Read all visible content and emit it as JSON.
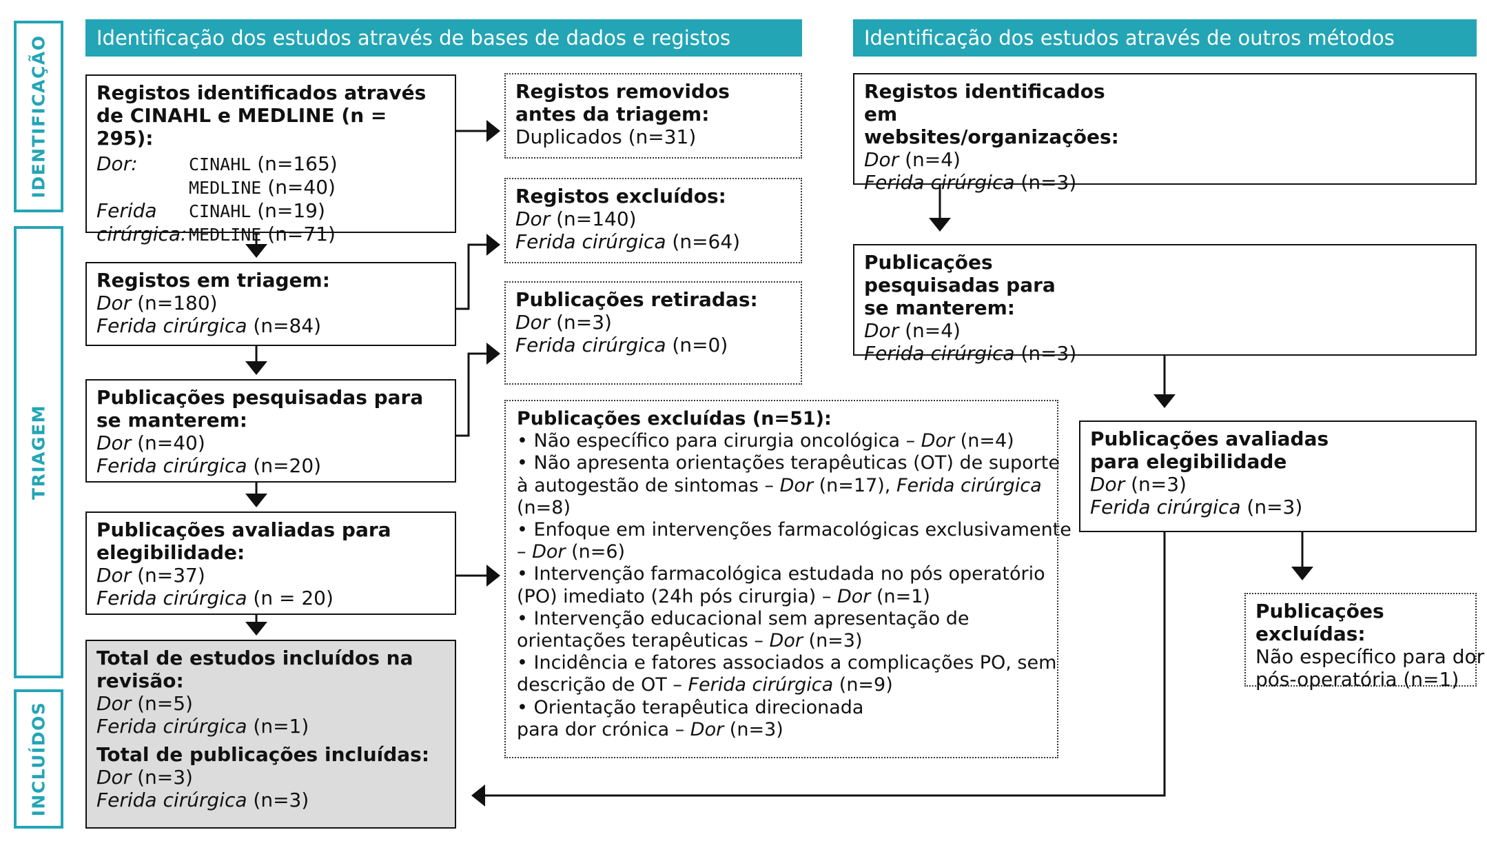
{
  "sidebar": {
    "identificacao": "IDENTIFICAÇÃO",
    "triagem": "TRIAGEM",
    "incluidos": "INCLUÍDOS"
  },
  "headers": {
    "left": "Identificação dos estudos através de bases de dados e registos",
    "right": "Identificação dos estudos através de outros métodos"
  },
  "left": {
    "identified": {
      "title": "Registos identificados através de CINAHL e MEDLINE (n = 295):",
      "dor_label": "Dor:",
      "ferida_label_1": "Ferida",
      "ferida_label_2": "cirúrgica:",
      "dor_cinahl_db": "CINAHL",
      "dor_cinahl_n": "(n=165)",
      "dor_medline_db": "MEDLINE",
      "dor_medline_n": "(n=40)",
      "fer_cinahl_db": "CINAHL",
      "fer_cinahl_n": "(n=19)",
      "fer_medline_db": "MEDLINE",
      "fer_medline_n": "(n=71)"
    },
    "triagem": {
      "title": "Registos em triagem:",
      "dor": "Dor",
      "dor_n": " (n=180)",
      "ferida": "Ferida cirúrgica",
      "ferida_n": " (n=84)"
    },
    "pesquisadas": {
      "title": "Publicações pesquisadas para se manterem:",
      "dor": "Dor",
      "dor_n": " (n=40)",
      "ferida": "Ferida cirúrgica",
      "ferida_n": " (n=20)"
    },
    "avaliadas": {
      "title": "Publicações avaliadas para elegibilidade:",
      "dor": "Dor",
      "dor_n": " (n=37)",
      "ferida": "Ferida cirúrgica",
      "ferida_n": " (n = 20)"
    },
    "total": {
      "title_estudos": "Total de estudos incluídos na revisão:",
      "dor": "Dor",
      "dor_n": " (n=5)",
      "ferida": "Ferida cirúrgica",
      "ferida_n": " (n=1)",
      "title_publicacoes": "Total de publicações incluídas:",
      "dor2": "Dor",
      "dor2_n": " (n=3)",
      "ferida2": "Ferida cirúrgica",
      "ferida2_n": " (n=3)"
    }
  },
  "middle": {
    "removidos": {
      "title": "Registos removidos antes da triagem:",
      "line1": "Duplicados (n=31)"
    },
    "excluidos": {
      "title": "Registos excluídos:",
      "dor": "Dor",
      "dor_n": " (n=140)",
      "ferida": "Ferida cirúrgica",
      "ferida_n": " (n=64)"
    },
    "retiradas": {
      "title": "Publicações retiradas:",
      "dor": "Dor",
      "dor_n": " (n=3)",
      "ferida": "Ferida cirúrgica",
      "ferida_n": " (n=0)"
    },
    "pub_excluidas": {
      "title": "Publicações excluídas (n=51):",
      "b1_a": "• Não específico para cirurgia oncológica – ",
      "b1_it": "Dor",
      "b1_n": " (n=4)",
      "b2_l1": "• Não apresenta orientações terapêuticas (OT) de suporte",
      "b2_l2a": "à autogestão de sintomas – ",
      "b2_l2it": "Dor",
      "b2_l2b": " (n=17), ",
      "b2_l2it2": "Ferida cirúrgica",
      "b2_l3": "(n=8)",
      "b3_l1": "• Enfoque em intervenções farmacológicas exclusivamente",
      "b3_l2a": "– ",
      "b3_l2it": "Dor",
      "b3_l2b": " (n=6)",
      "b4_l1": "• Intervenção farmacológica estudada no pós operatório",
      "b4_l2a": "(PO) imediato (24h pós cirurgia) – ",
      "b4_l2it": "Dor",
      "b4_l2b": " (n=1)",
      "b5_l1": "• Intervenção educacional sem apresentação de",
      "b5_l2a": "orientações terapêuticas – ",
      "b5_l2it": "Dor",
      "b5_l2b": " (n=3)",
      "b6_l1": "• Incidência e fatores associados a complicações PO, sem",
      "b6_l2a": "descrição de OT – ",
      "b6_l2it": "Ferida cirúrgica",
      "b6_l2b": " (n=9)",
      "b7_l1": "• Orientação terapêutica direcionada",
      "b7_l2a": "para dor crónica – ",
      "b7_l2it": "Dor",
      "b7_l2b": " (n=3)"
    }
  },
  "right": {
    "identified": {
      "title": "Registos identificados em websites/organizações:",
      "dor": "Dor",
      "dor_n": " (n=4)",
      "ferida": "Ferida cirúrgica",
      "ferida_n": " (n=3)"
    },
    "pesquisadas": {
      "title": "Publicações pesquisadas para se manterem:",
      "dor": "Dor",
      "dor_n": " (n=4)",
      "ferida": "Ferida cirúrgica",
      "ferida_n": " (n=3)"
    },
    "avaliadas": {
      "title": "Publicações avaliadas para elegibilidade",
      "dor": "Dor",
      "dor_n": " (n=3)",
      "ferida": "Ferida cirúrgica",
      "ferida_n": " (n=3)"
    },
    "excluidas": {
      "title": "Publicações excluídas:",
      "line1": "Não específico para dor",
      "line2": "pós-operatória (n=1)"
    }
  }
}
